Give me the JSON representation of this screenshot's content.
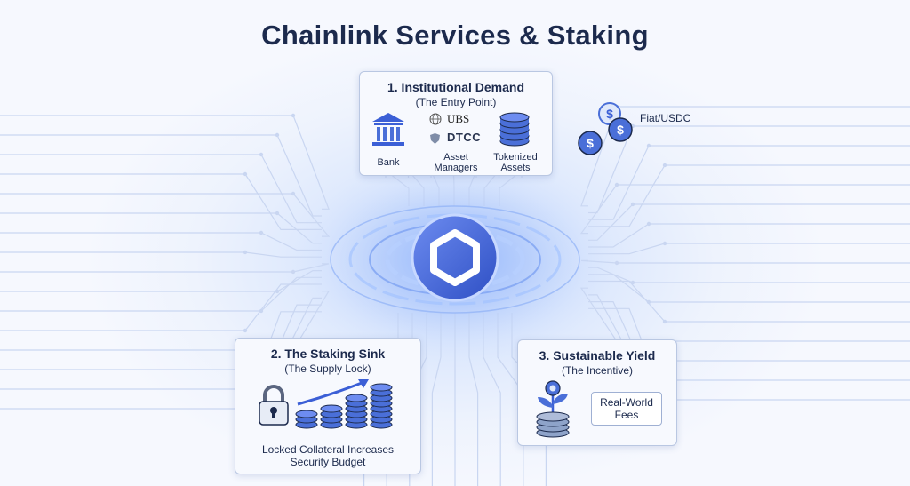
{
  "title": "Chainlink Services & Staking",
  "colors": {
    "accent": "#3b5fd6",
    "dark": "#1c2a4d",
    "coin": "#4a6fd8"
  },
  "card1": {
    "title": "1. Institutional Demand",
    "subtitle": "(The Entry Point)",
    "items": [
      {
        "icon": "bank-icon",
        "label": "Bank"
      },
      {
        "icon": "asset-managers-icon",
        "label": "Asset Managers",
        "logos": [
          "UBS",
          "DTCC"
        ]
      },
      {
        "icon": "coin-stack-icon",
        "label": "Tokenized Assets"
      }
    ]
  },
  "fiat": {
    "icon": "dollar-coins-icon",
    "label": "Fiat/USDC"
  },
  "center": {
    "icon": "chainlink-logo-icon"
  },
  "card2": {
    "title": "2. The Staking Sink",
    "subtitle": "(The Supply Lock)",
    "caption": "Locked Collateral Increases Security Budget",
    "icons": [
      "padlock-icon",
      "growing-coin-stacks-icon",
      "trend-arrow-icon"
    ]
  },
  "card3": {
    "title": "3. Sustainable Yield",
    "subtitle": "(The Incentive)",
    "fees_label": "Real-World Fees",
    "icons": [
      "plant-coin-icon",
      "coin-stack-icon"
    ]
  }
}
